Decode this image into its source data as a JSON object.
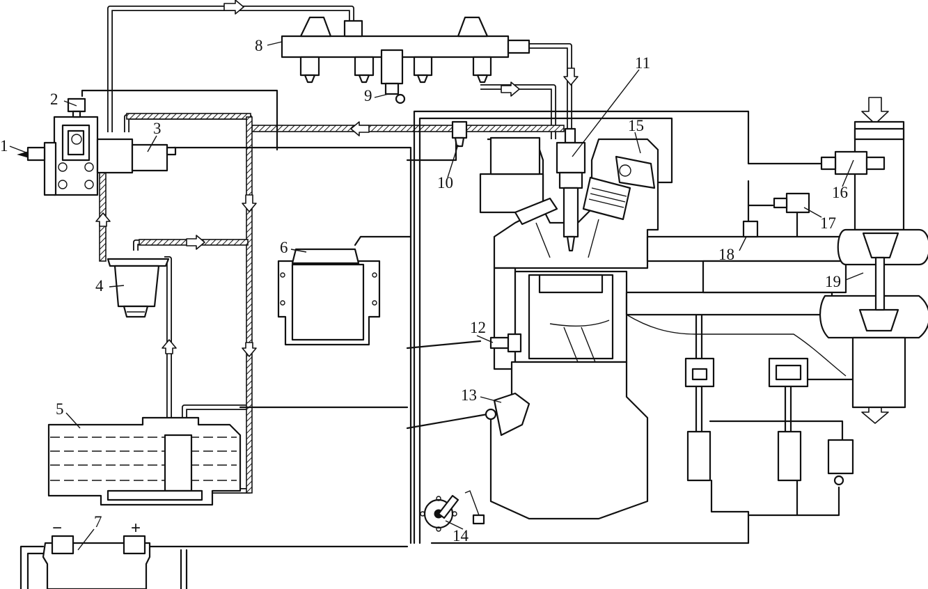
{
  "components": [
    {
      "id": "c1",
      "label": "1"
    },
    {
      "id": "c2",
      "label": "2"
    },
    {
      "id": "c3",
      "label": "3"
    },
    {
      "id": "c4",
      "label": "4"
    },
    {
      "id": "c5",
      "label": "5"
    },
    {
      "id": "c6",
      "label": "6"
    },
    {
      "id": "c7",
      "label": "7"
    },
    {
      "id": "c8",
      "label": "8"
    },
    {
      "id": "c9",
      "label": "9"
    },
    {
      "id": "c10",
      "label": "10"
    },
    {
      "id": "c11",
      "label": "11"
    },
    {
      "id": "c12",
      "label": "12"
    },
    {
      "id": "c13",
      "label": "13"
    },
    {
      "id": "c14",
      "label": "14"
    },
    {
      "id": "c15",
      "label": "15"
    },
    {
      "id": "c16",
      "label": "16"
    },
    {
      "id": "c17",
      "label": "17"
    },
    {
      "id": "c18",
      "label": "18"
    },
    {
      "id": "c19",
      "label": "19"
    }
  ],
  "battery": {
    "minus": "−",
    "plus": "+"
  }
}
